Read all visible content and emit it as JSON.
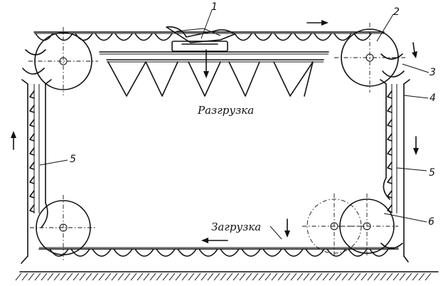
{
  "labels": {
    "unloading": "Разгрузка",
    "loading": "Загрузка"
  },
  "callouts": [
    "1",
    "2",
    "3",
    "4",
    "5",
    "5",
    "6"
  ]
}
